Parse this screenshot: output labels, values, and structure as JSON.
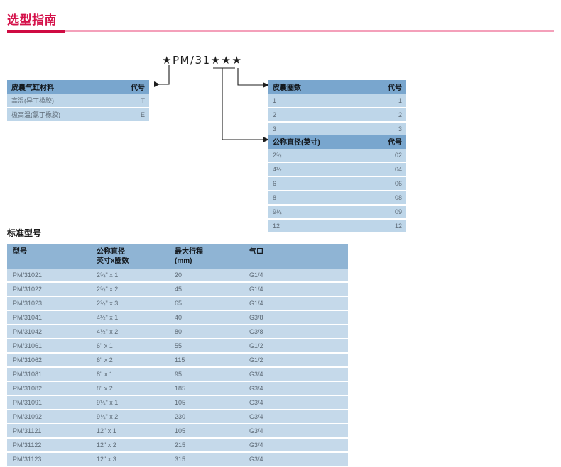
{
  "page": {
    "title": "选型指南",
    "accent_color": "#cf0b42",
    "rule_color": "#f4a0ba"
  },
  "model_code": {
    "text": "★PM/31★★★"
  },
  "key_tables": {
    "material": {
      "name": "皮囊气缸材料",
      "headers": [
        "皮囊气缸材料",
        "代号"
      ],
      "rows": [
        {
          "label": "高温(异丁橡胶)",
          "code": "T"
        },
        {
          "label": "极高温(氯丁橡胶)",
          "code": "E"
        }
      ]
    },
    "convolutions": {
      "name": "皮囊圈数",
      "headers": [
        "皮囊圈数",
        "代号"
      ],
      "rows": [
        {
          "label": "1",
          "code": "1"
        },
        {
          "label": "2",
          "code": "2"
        },
        {
          "label": "3",
          "code": "3"
        }
      ]
    },
    "diameter": {
      "name": "公称直径(英寸)",
      "headers": [
        "公称直径(英寸)",
        "代号"
      ],
      "rows": [
        {
          "label": "2¾",
          "code": "02"
        },
        {
          "label": "4½",
          "code": "04"
        },
        {
          "label": "6",
          "code": "06"
        },
        {
          "label": "8",
          "code": "08"
        },
        {
          "label": "9¼",
          "code": "09"
        },
        {
          "label": "12",
          "code": "12"
        }
      ]
    }
  },
  "standard_models": {
    "heading": "标准型号",
    "headers": {
      "model": "型号",
      "diameter_l1": "公称直径",
      "diameter_l2": "英寸x圈数",
      "stroke_l1": "最大行程",
      "stroke_l2": "(mm)",
      "port": "气口"
    },
    "rows": [
      {
        "model": "PM/31021",
        "diameter": "2¾\" x 1",
        "stroke": "20",
        "port": "G1/4"
      },
      {
        "model": "PM/31022",
        "diameter": "2¾\" x 2",
        "stroke": "45",
        "port": "G1/4"
      },
      {
        "model": "PM/31023",
        "diameter": "2¾\" x 3",
        "stroke": "65",
        "port": "G1/4"
      },
      {
        "model": "PM/31041",
        "diameter": "4½\" x 1",
        "stroke": "40",
        "port": "G3/8"
      },
      {
        "model": "PM/31042",
        "diameter": "4½\" x 2",
        "stroke": "80",
        "port": "G3/8"
      },
      {
        "model": "PM/31061",
        "diameter": "6\" x 1",
        "stroke": "55",
        "port": "G1/2"
      },
      {
        "model": "PM/31062",
        "diameter": "6\" x 2",
        "stroke": "115",
        "port": "G1/2"
      },
      {
        "model": "PM/31081",
        "diameter": "8\" x 1",
        "stroke": "95",
        "port": "G3/4"
      },
      {
        "model": "PM/31082",
        "diameter": "8\" x 2",
        "stroke": "185",
        "port": "G3/4"
      },
      {
        "model": "PM/31091",
        "diameter": "9¼\" x 1",
        "stroke": "105",
        "port": "G3/4"
      },
      {
        "model": "PM/31092",
        "diameter": "9¼\" x 2",
        "stroke": "230",
        "port": "G3/4"
      },
      {
        "model": "PM/31121",
        "diameter": "12\" x 1",
        "stroke": "105",
        "port": "G3/4"
      },
      {
        "model": "PM/31122",
        "diameter": "12\" x 2",
        "stroke": "215",
        "port": "G3/4"
      },
      {
        "model": "PM/31123",
        "diameter": "12\" x 3",
        "stroke": "315",
        "port": "G3/4"
      }
    ]
  }
}
